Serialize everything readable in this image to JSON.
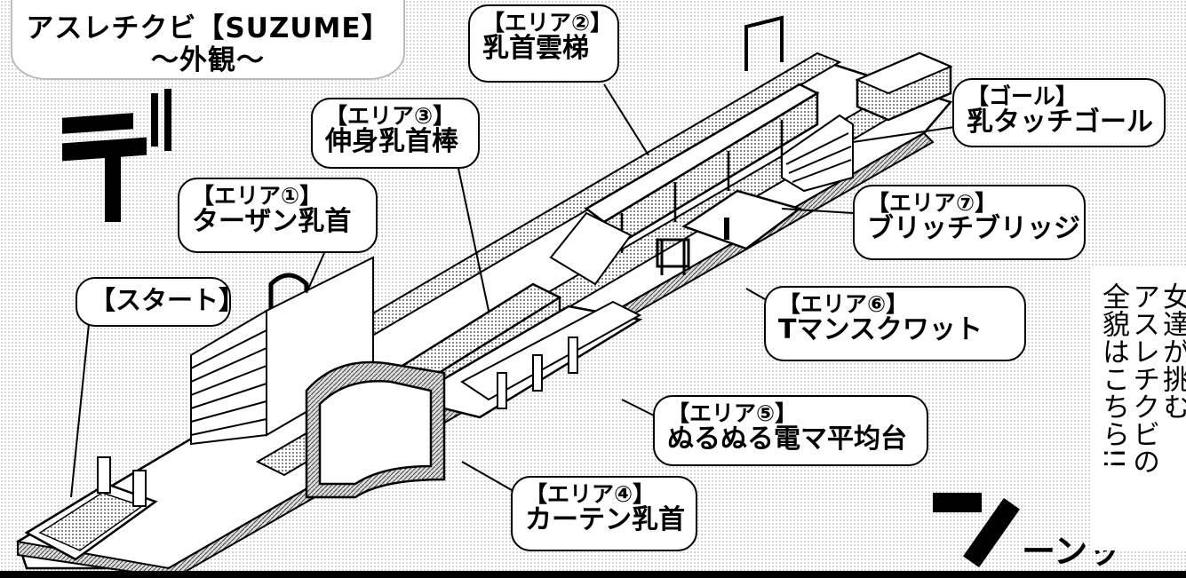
{
  "title": {
    "line1": "アスレチクビ【SUZUME】",
    "line2": "〜外観〜"
  },
  "callouts": [
    {
      "id": "area2",
      "head": "【エリア②】",
      "name": "乳首雲梯"
    },
    {
      "id": "area3",
      "head": "【エリア③】",
      "name": "伸身乳首棒"
    },
    {
      "id": "area1",
      "head": "【エリア①】",
      "name": "ターザン乳首"
    },
    {
      "id": "start",
      "head": "【スタート】",
      "name": ""
    },
    {
      "id": "goal",
      "head": "【ゴール】",
      "name": "乳タッチゴール"
    },
    {
      "id": "area7",
      "head": "【エリア⑦】",
      "name": "ブリッチブリッジ"
    },
    {
      "id": "area6",
      "head": "【エリア⑥】",
      "name": "Tマンスクワット"
    },
    {
      "id": "area5",
      "head": "【エリア⑤】",
      "name": "ぬるぬる電マ平均台"
    },
    {
      "id": "area4",
      "head": "【エリア④】",
      "name": "カーテン乳首"
    }
  ],
  "narration": {
    "col1": "女達が挑む",
    "col2": "アスレチクビの",
    "col3": "全貌はこちら!!"
  },
  "sfx_text": "ーンッ",
  "colors": {
    "ink": "#000000",
    "paper": "#ffffff",
    "tone": "#9a9a9a"
  }
}
